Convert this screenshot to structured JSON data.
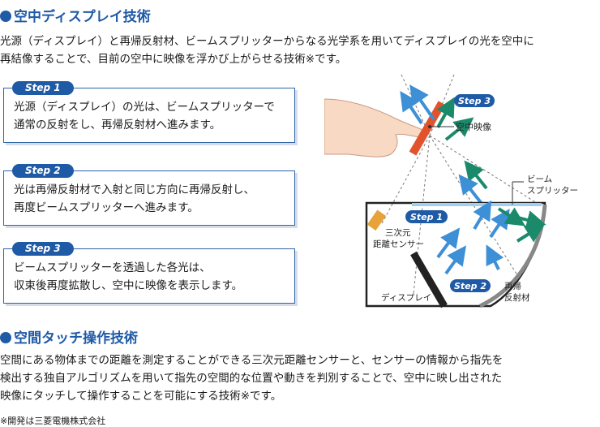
{
  "section1": {
    "title": "空中ディスプレイ技術",
    "lines": [
      "光源（ディスプレイ）と再帰反射材、ビームスプリッターからなる光学系を用いてディスプレイの光を空中に",
      "再結像することで、目前の空中に映像を浮かび上がらせる技術※です。"
    ]
  },
  "steps": [
    {
      "label": "Step 1",
      "lines": [
        "光源（ディスプレイ）の光は、ビームスプリッターで",
        "通常の反射をし、再帰反射材へ進みます。"
      ]
    },
    {
      "label": "Step 2",
      "lines": [
        "光は再帰反射材で入射と同じ方向に再帰反射し、",
        "再度ビームスプリッターへ進みます。"
      ]
    },
    {
      "label": "Step 3",
      "lines": [
        "ビームスプリッターを透過した各光は、",
        "収束後再度拡散し、空中に映像を表示します。"
      ]
    }
  ],
  "diagram": {
    "step3_label": "Step 3",
    "step1_label": "Step 1",
    "step2_label": "Step 2",
    "aerial_image": "空中映像",
    "beam_splitter_lines": [
      "ビーム",
      "スプリッター"
    ],
    "sensor_lines": [
      "三次元",
      "距離センサー"
    ],
    "display": "ディスプレイ",
    "retro_lines": [
      "再帰",
      "反射材"
    ]
  },
  "section2": {
    "title": "空間タッチ操作技術",
    "lines": [
      "空間にある物体までの距離を測定することができる三次元距離センサーと、センサーの情報から指先を",
      "検出する独自アルゴリズムを用いて指先の空間的な位置や動きを判別することで、空中に映し出された",
      "映像にタッチして操作することを可能にする技術※です。"
    ]
  },
  "footnote": "※開発は三菱電機株式会社"
}
